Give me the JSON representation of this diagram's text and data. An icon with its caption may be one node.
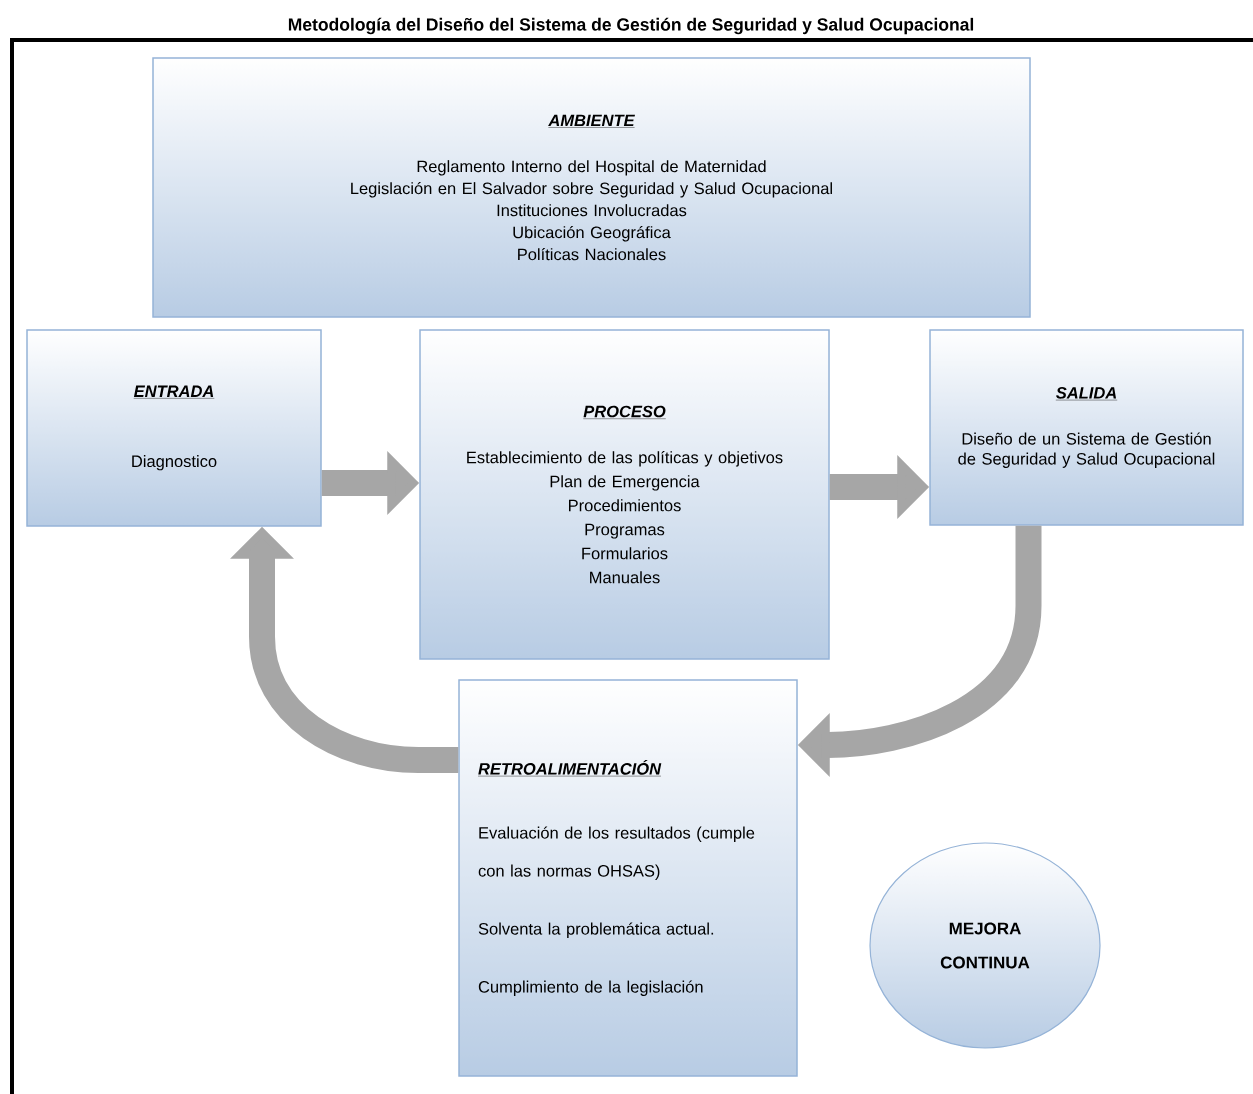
{
  "diagram": {
    "title": "Metodología del Diseño del Sistema de Gestión de Seguridad y Salud Ocupacional",
    "nodes": [
      {
        "text": [
          "AMBIENTE",
          "Reglamento Interno del Hospital de Maternidad",
          "Legislación en El Salvador sobre Seguridad y Salud Ocupacional",
          "Instituciones Involucradas",
          "Ubicación Geográfica",
          "Políticas Nacionales"
        ]
      },
      {
        "text": [
          "ENTRADA",
          "Diagnostico"
        ]
      },
      {
        "text": [
          "PROCESO",
          "Establecimiento de las políticas y objetivos",
          "Plan de Emergencia",
          "Procedimientos",
          "Programas",
          "Formularios",
          "Manuales"
        ]
      },
      {
        "text": [
          "SALIDA",
          "Diseño de un Sistema de Gestión de Seguridad y Salud Ocupacional"
        ]
      },
      {
        "text": [
          "RETROALIMENTACIÓN",
          "Evaluación de los resultados (cumple con las normas OHSAS)",
          "Solventa la problemática actual.",
          "Cumplimiento de la legislación"
        ]
      },
      {
        "text": [
          "MEJORA CONTINUA"
        ]
      }
    ],
    "edges": [
      {
        "from": 1,
        "to": 2,
        "arrow": "to"
      },
      {
        "from": 2,
        "to": 3,
        "arrow": "to"
      },
      {
        "from": 3,
        "to": 4,
        "arrow": "to"
      },
      {
        "from": 4,
        "to": 1,
        "arrow": "to"
      }
    ]
  }
}
